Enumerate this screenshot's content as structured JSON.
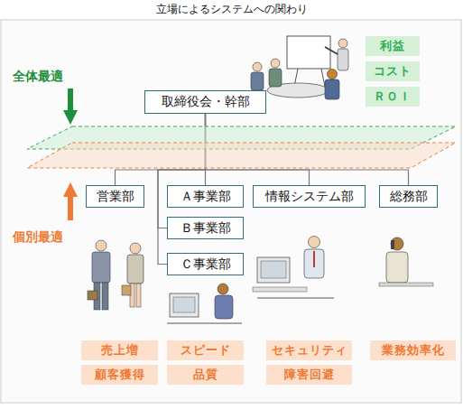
{
  "diagram": {
    "title": "立場によるシステムへの関わり",
    "nodes": [
      {
        "text": [
          "利益"
        ]
      },
      {
        "text": [
          "コスト"
        ]
      },
      {
        "text": [
          "ＲＯＩ"
        ]
      },
      {
        "text": [
          "取締役会・幹部"
        ]
      },
      {
        "text": [
          "営業部"
        ]
      },
      {
        "text": [
          "Ａ事業部"
        ]
      },
      {
        "text": [
          "情報システム部"
        ]
      },
      {
        "text": [
          "総務部"
        ]
      },
      {
        "text": [
          "Ｂ事業部"
        ]
      },
      {
        "text": [
          "Ｃ事業部"
        ]
      },
      {
        "text": [
          "売上増"
        ]
      },
      {
        "text": [
          "スピード"
        ]
      },
      {
        "text": [
          "セキュリティ"
        ]
      },
      {
        "text": [
          "業務効率化"
        ]
      },
      {
        "text": [
          "顧客獲得"
        ]
      },
      {
        "text": [
          "品質"
        ]
      },
      {
        "text": [
          "障害回避"
        ]
      }
    ],
    "edges": [
      {
        "from": 3,
        "to": 4,
        "arrow": "none"
      },
      {
        "from": 3,
        "to": 5,
        "arrow": "none"
      },
      {
        "from": 3,
        "to": 6,
        "arrow": "none"
      },
      {
        "from": 3,
        "to": 7,
        "arrow": "none"
      },
      {
        "from": 3,
        "to": 8,
        "arrow": "none"
      },
      {
        "from": 3,
        "to": 9,
        "arrow": "none"
      }
    ],
    "labels": [
      "全体最適",
      "個別最適"
    ]
  }
}
